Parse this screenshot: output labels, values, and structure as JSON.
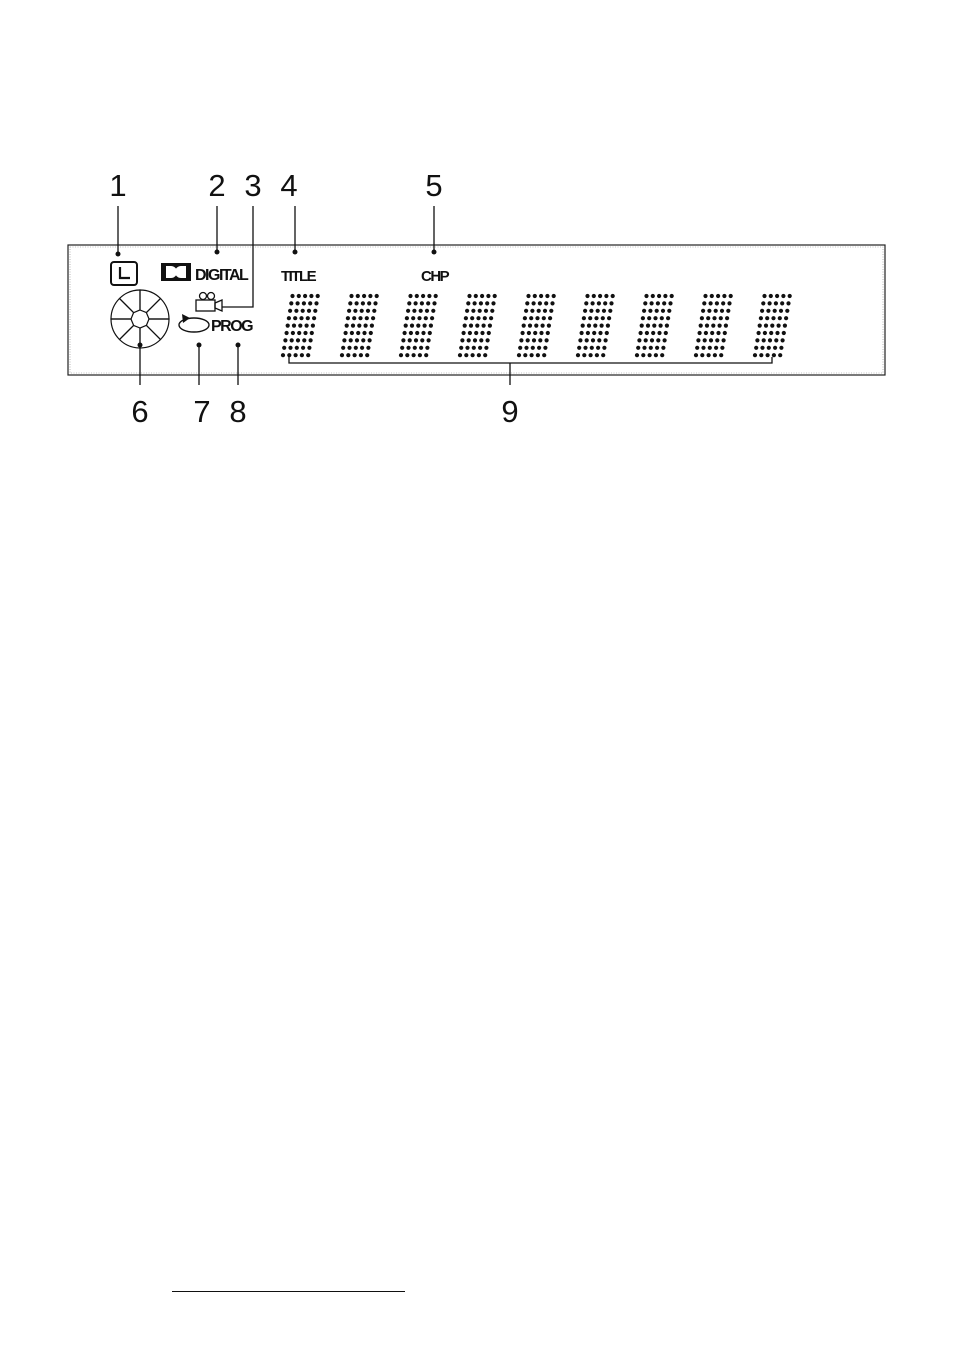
{
  "callouts": [
    "1",
    "2",
    "3",
    "4",
    "5",
    "6",
    "7",
    "8",
    "9"
  ],
  "indicators": {
    "digital": "DIGITAL",
    "title": "TITLE",
    "chapter": "CHP",
    "program": "PROG"
  },
  "icons": {
    "timer": "clock-icon",
    "dolby": "dolby-double-d-icon",
    "angle": "camera-angle-icon",
    "disc": "disc-icon",
    "repeat": "repeat-icon"
  },
  "digit_count": 9
}
